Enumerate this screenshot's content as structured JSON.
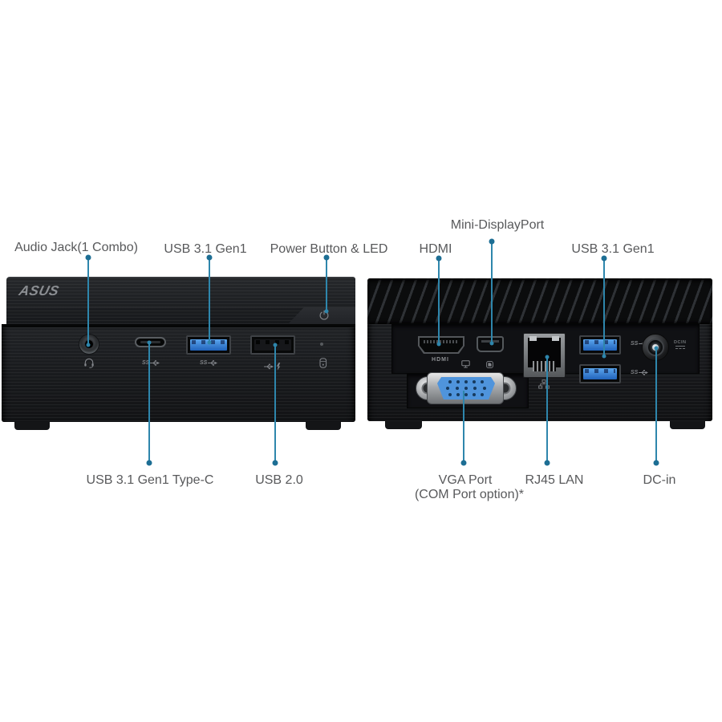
{
  "front_panel": {
    "brand_logo": "ASUS",
    "callouts": {
      "audio_jack": "Audio Jack(1 Combo)",
      "usb31_gen1": "USB 3.1 Gen1",
      "power_button_led": "Power Button & LED",
      "usb31_gen1_type_c": "USB 3.1 Gen1 Type-C",
      "usb_20": "USB 2.0"
    },
    "markings": {
      "usb_c_ss": "SS",
      "usb_a_ss": "SS"
    }
  },
  "rear_panel": {
    "callouts": {
      "hdmi": "HDMI",
      "mini_displayport": "Mini-DisplayPort",
      "usb31_gen1": "USB 3.1 Gen1",
      "vga_line1": "VGA Port",
      "vga_line2": "(COM Port option)*",
      "rj45_lan": "RJ45 LAN",
      "dc_in": "DC-in"
    },
    "markings": {
      "hdmi": "HDMI",
      "dc_in": "DCIN",
      "usb_top_ss": "SS",
      "usb_bottom_ss": "SS"
    }
  },
  "colors": {
    "background": "#ffffff",
    "callout_line": "#2e86ac",
    "callout_dot": "#1d6e94",
    "label_text": "#58595b",
    "usb3_port_blue": "#2f7bd0",
    "vga_port_blue": "#4f94dc",
    "device_black": "#17181b"
  }
}
